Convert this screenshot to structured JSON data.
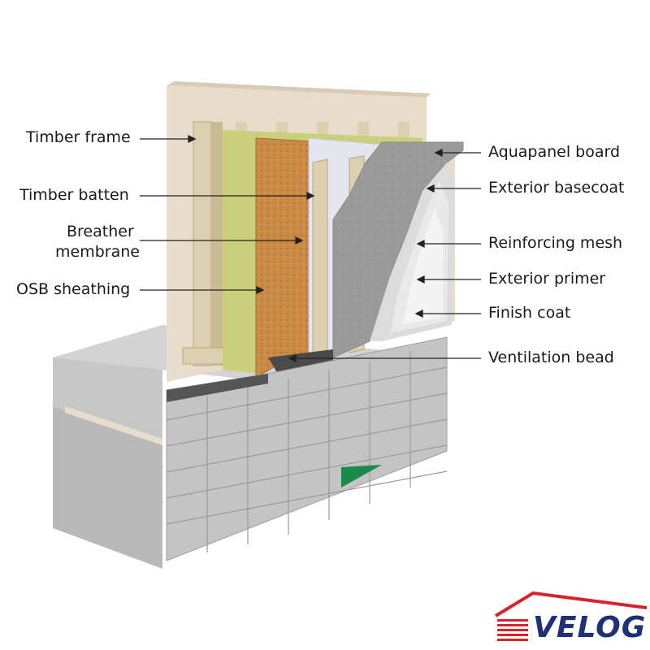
{
  "labels_left": {
    "timber_frame": "Timber frame",
    "timber_batten": "Timber batten",
    "breather_line1": "Breather",
    "breather_line2": "membrane",
    "osb_sheathing": "OSB sheathing"
  },
  "labels_right": {
    "aquapanel_board": "Aquapanel board",
    "exterior_basecoat": "Exterior basecoat",
    "reinforcing_mesh": "Reinforcing mesh",
    "exterior_primer": "Exterior primer",
    "finish_coat": "Finish coat",
    "ventilation_bead": "Ventilation bead"
  },
  "logo": {
    "text": "VELOG",
    "colors": {
      "roof": "#d8232a",
      "text": "#1f2f7a"
    }
  },
  "colors": {
    "plywood": "#e8dccb",
    "timber": "#ddd0b0",
    "insulation": "#c9cf7a",
    "osb": "#c98a45",
    "membrane": "#dfe3ea",
    "aquapanel": "#9c9c9c",
    "finish": "#eeeeee",
    "concrete": "#bdbdbd",
    "brick": "#c4c4c4",
    "green_marker": "#1a8a4a"
  }
}
